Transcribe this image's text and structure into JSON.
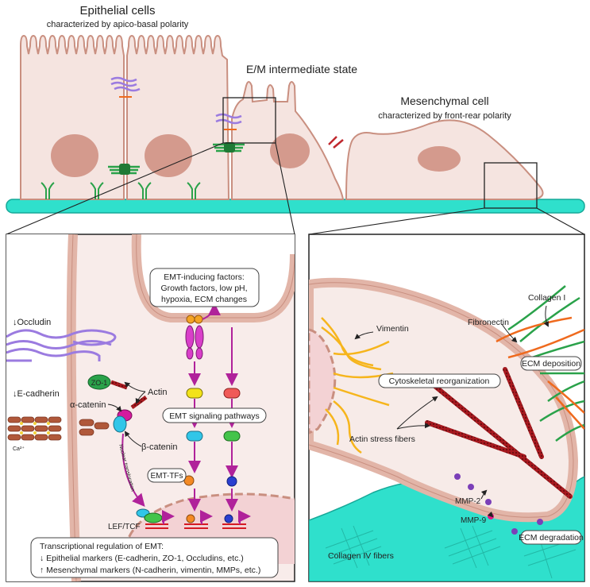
{
  "top": {
    "epithelial_title": "Epithelial cells",
    "epithelial_subtitle": "characterized by apico-basal polarity",
    "intermediate_title": "E/M intermediate state",
    "mesenchymal_title": "Mesenchymal cell",
    "mesenchymal_subtitle": "characterized by front-rear polarity"
  },
  "left_panel": {
    "occludin": "↓Occludin",
    "ecadherin": "↓E-cadherin",
    "calcium": "Ca²⁺",
    "zo1": "ZO-1",
    "alpha_catenin": "α-catenin",
    "actin": "Actin",
    "beta_catenin": "β-catenin",
    "nuclear_translocation": "Nuclear translocation",
    "lef_tcf": "LEF/TCF",
    "inducing_factors": [
      "EMT-inducing factors:",
      "Growth factors, low pH,",
      "hypoxia, ECM changes"
    ],
    "signaling_pathways": "EMT signaling pathways",
    "emt_tfs": "EMT-TFs",
    "transcriptional": [
      "Transcriptional regulation of EMT:",
      "↓ Epithelial markers (E-cadherin, ZO-1, Occludins, etc.)",
      "↑ Mesenchymal markers (N-cadherin, vimentin, MMPs, etc.)"
    ]
  },
  "right_panel": {
    "vimentin": "Vimentin",
    "fibronectin": "Fibronectin",
    "collagen1": "Collagen I",
    "ecm_deposition": "ECM deposition",
    "cytoskeletal": "Cytoskeletal reorganization",
    "actin_stress": "Actin stress fibers",
    "mmp2": "MMP-2",
    "mmp9": "MMP-9",
    "ecm_degradation": "ECM degradation",
    "collagen4": "Collagen IV fibers"
  },
  "colors": {
    "cell_fill": "#f5e4e0",
    "cell_stroke": "#c98f80",
    "nucleus": "#d49a8d",
    "membrane": "#e2b5a8",
    "basement": "#2fe0cc",
    "magenta": "#b0229a",
    "green": "#2aa24a",
    "orange": "#ef6a1e",
    "actin_red": "#a8191f",
    "purple": "#9b7be0"
  }
}
